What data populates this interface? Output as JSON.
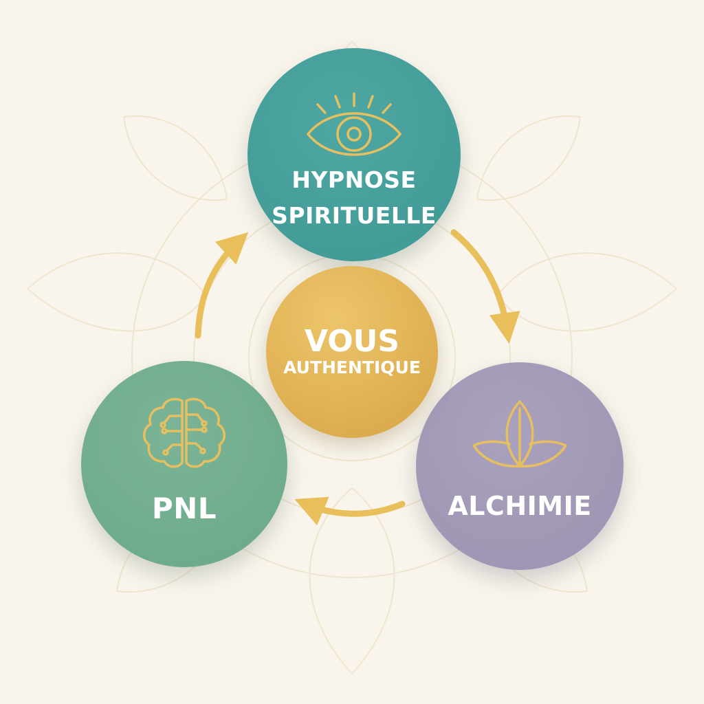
{
  "nodes": {
    "top": {
      "line1": "HYPNOSE",
      "line2": "SPIRITUELLE",
      "icon": "eye-icon"
    },
    "left": {
      "label": "PNL",
      "icon": "brain-icon"
    },
    "right": {
      "label": "ALCHIMIE",
      "icon": "lotus-icon"
    },
    "center": {
      "line1": "VOUS",
      "line2": "AUTHENTIQUE"
    }
  },
  "colors": {
    "background": "#f9f5ec",
    "top": "#469f9b",
    "left": "#70ad8f",
    "right": "#a39ab8",
    "center": "#e0b452",
    "accent_gold": "#e8bf5a"
  },
  "arrows": [
    "top-to-right",
    "right-to-left",
    "left-to-top"
  ]
}
